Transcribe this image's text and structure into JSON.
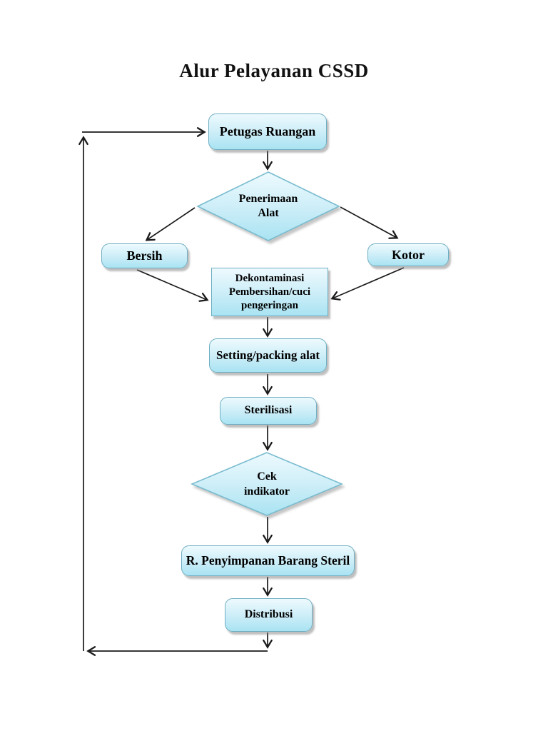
{
  "page": {
    "title": "Alur Pelayanan CSSD",
    "background": "#ffffff"
  },
  "colors": {
    "node_fill_top": "#EDFAFE",
    "node_fill_bottom": "#A9E3F2",
    "node_border": "#6FAEC2",
    "arrow": "#1A1A1A",
    "text": "#000000"
  },
  "nodes": {
    "petugas": {
      "label": "Petugas Ruangan",
      "shape": "rounded"
    },
    "penerimaan": {
      "lines": [
        "Penerimaan",
        "Alat"
      ],
      "shape": "diamond"
    },
    "bersih": {
      "label": "Bersih",
      "shape": "rounded"
    },
    "kotor": {
      "label": "Kotor",
      "shape": "rounded"
    },
    "dekontaminasi": {
      "lines": [
        "Dekontaminasi",
        "Pembersihan/cuci",
        "pengeringan"
      ],
      "shape": "rectangle"
    },
    "setting": {
      "label": "Setting/packing alat",
      "shape": "rounded"
    },
    "sterilisasi": {
      "label": "Sterilisasi",
      "shape": "rounded"
    },
    "cek": {
      "lines": [
        "Cek",
        "indikator"
      ],
      "shape": "diamond"
    },
    "penyimpanan": {
      "label": "R. Penyimpanan Barang Steril",
      "shape": "rounded"
    },
    "distribusi": {
      "label": "Distribusi",
      "shape": "rounded"
    }
  },
  "edges": [
    {
      "from": "petugas",
      "to": "penerimaan"
    },
    {
      "from": "penerimaan",
      "to": "bersih"
    },
    {
      "from": "penerimaan",
      "to": "kotor"
    },
    {
      "from": "bersih",
      "to": "dekontaminasi"
    },
    {
      "from": "kotor",
      "to": "dekontaminasi"
    },
    {
      "from": "dekontaminasi",
      "to": "setting"
    },
    {
      "from": "setting",
      "to": "sterilisasi"
    },
    {
      "from": "sterilisasi",
      "to": "cek"
    },
    {
      "from": "cek",
      "to": "penyimpanan"
    },
    {
      "from": "penyimpanan",
      "to": "distribusi"
    },
    {
      "from": "distribusi",
      "to": "petugas",
      "type": "feedback-loop"
    }
  ]
}
